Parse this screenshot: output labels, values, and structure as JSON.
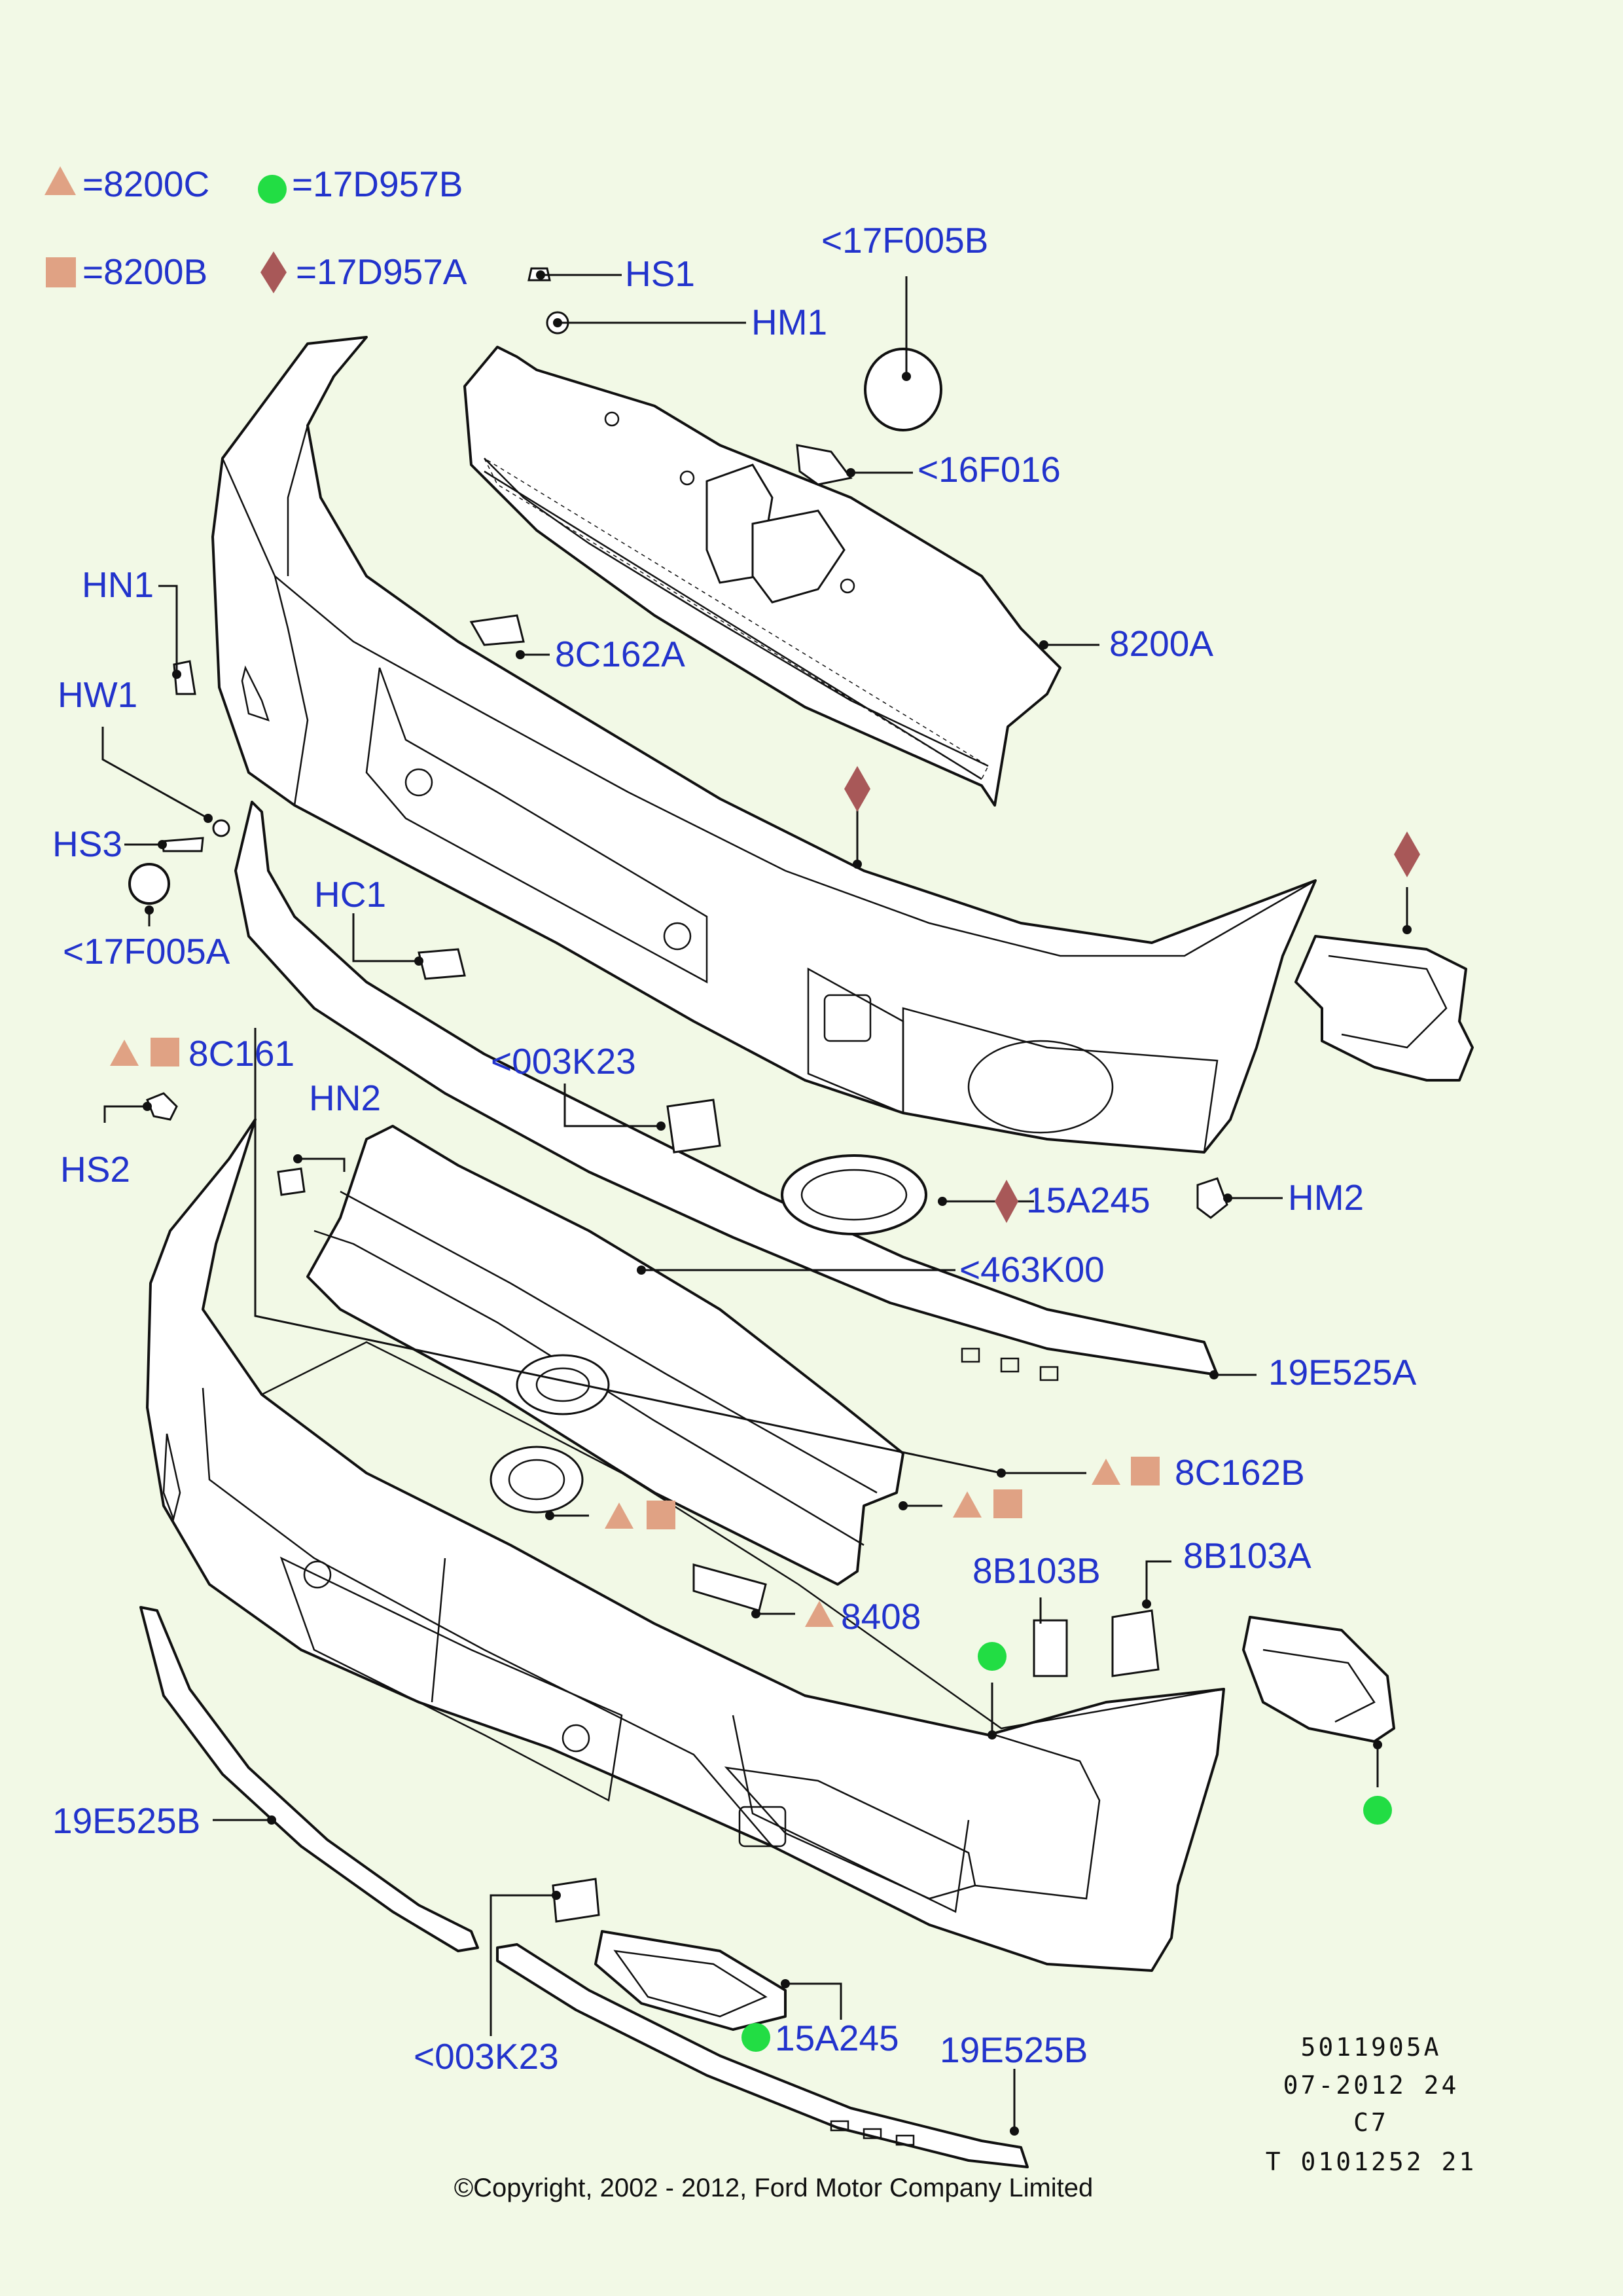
{
  "legend": {
    "triangle": "=8200C",
    "circle": "=17D957B",
    "square": "=8200B",
    "diamond": "=17D957A"
  },
  "colors": {
    "background": "#f2f9e6",
    "label": "#2233cc",
    "triangle_symbol": "#e0a284",
    "square_symbol": "#e0a284",
    "diamond_symbol": "#a85858",
    "circle_symbol": "#22dd44"
  },
  "labels": {
    "hs1": "HS1",
    "hm1": "HM1",
    "f17f005b": "<17F005B",
    "f16f016": "<16F016",
    "a8200a": "8200A",
    "hn1": "HN1",
    "c8c162a": "8C162A",
    "hw1": "HW1",
    "hs3": "HS3",
    "f17f005a": "<17F005A",
    "hc1": "HC1",
    "c8c161": "8C161",
    "hn2": "HN2",
    "k003k23_top": "<003K23",
    "hs2": "HS2",
    "a15a245_top": "15A245",
    "hm2": "HM2",
    "k463k00": "<463K00",
    "e19e525a": "19E525A",
    "c8c162b": "8C162B",
    "b8b103b": "8B103B",
    "b8b103a": "8B103A",
    "n8408": "8408",
    "e19e525b_left": "19E525B",
    "a15a245_bottom": "15A245",
    "k003k23_bottom": "<003K23",
    "e19e525b_bottom": "19E525B"
  },
  "meta": {
    "line1": "5011905A",
    "line2": "07-2012 24",
    "line3": "C7",
    "line4": "T 0101252 21"
  },
  "copyright": "©Copyright, 2002 - 2012, Ford Motor Company Limited"
}
